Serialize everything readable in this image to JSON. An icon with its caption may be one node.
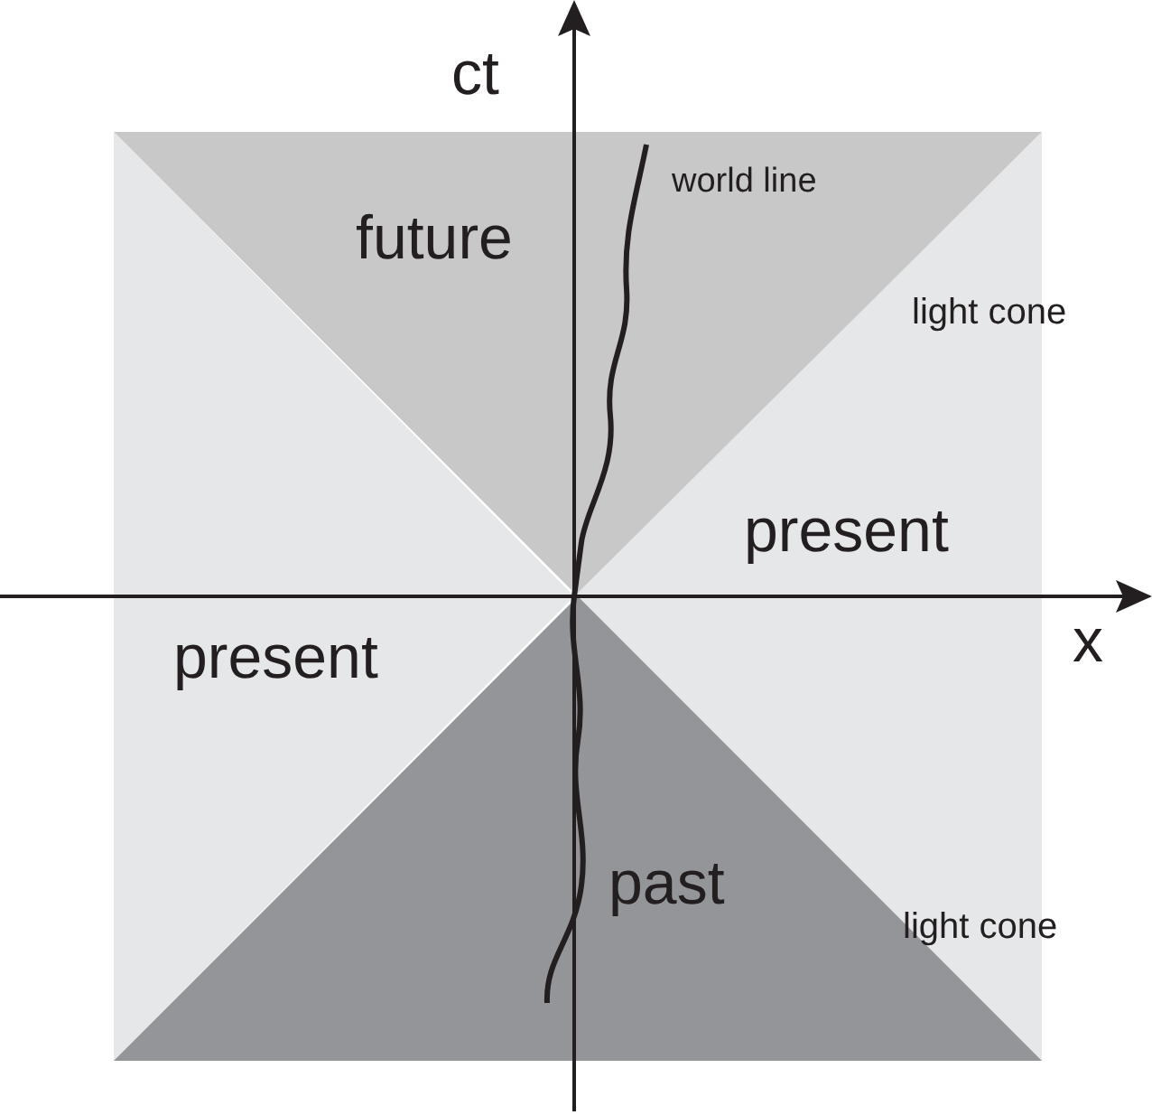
{
  "diagram": {
    "nodes": [
      {
        "text": [
          "future"
        ]
      },
      {
        "text": [
          "present"
        ]
      },
      {
        "text": [
          "present"
        ]
      },
      {
        "text": [
          "past"
        ]
      }
    ],
    "labels": [
      "ct",
      "x",
      "world line",
      "light cone",
      "light cone"
    ]
  }
}
